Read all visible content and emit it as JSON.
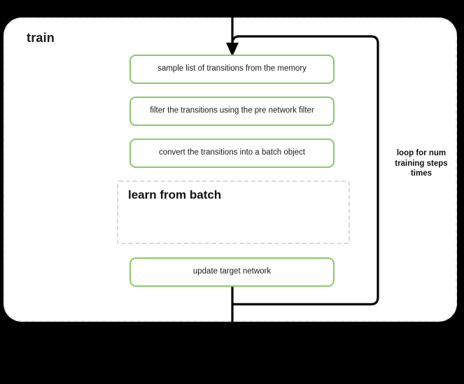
{
  "diagram": {
    "title": "train",
    "background_color": "#000000",
    "container": {
      "name": "train",
      "fill": "#ffffff",
      "border_color": "#e8e8e8",
      "border_style": "dashed"
    },
    "accent_color": "#86cb6a",
    "connector_color": "#000000",
    "steps": [
      {
        "id": "sample",
        "label": "sample list of transitions from the memory"
      },
      {
        "id": "filter",
        "label": "filter the transitions using the pre network filter"
      },
      {
        "id": "convert",
        "label": "convert the transitions into a batch object"
      },
      {
        "id": "update",
        "label": "update target network"
      }
    ],
    "subflow": {
      "id": "learn-from-batch",
      "label": "learn from batch",
      "border_color": "#d9d9d9",
      "border_style": "dashed"
    },
    "loop": {
      "label": "loop for num training steps times",
      "label_line_1": "loop for num",
      "label_line_2": "training steps",
      "label_line_3": "times"
    },
    "arrows": [
      {
        "id": "entry-arrow",
        "from": "top",
        "to": "sample",
        "has_head": true
      },
      {
        "id": "loop-return",
        "from": "update",
        "to": "sample",
        "has_head": false
      },
      {
        "id": "exit-line",
        "from": "update",
        "to": "bottom",
        "has_head": false
      }
    ]
  }
}
